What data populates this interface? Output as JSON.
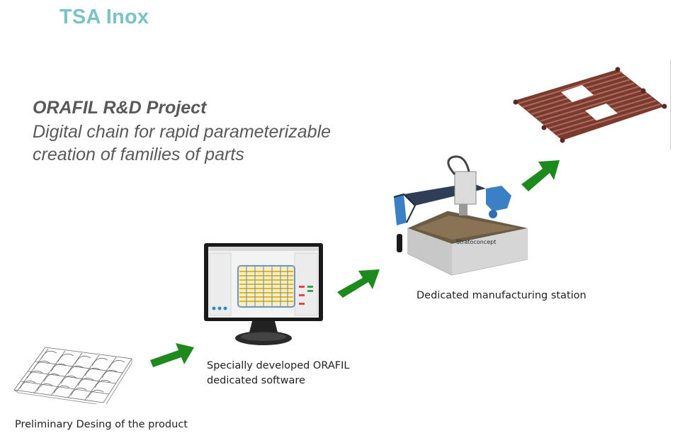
{
  "header": {
    "brand": "TSA Inox"
  },
  "project": {
    "title": "ORAFIL R&D Project",
    "description": "Digital chain for rapid parameterizable creation of families of parts"
  },
  "steps": [
    {
      "caption": "Preliminary Desing of the product"
    },
    {
      "caption": "Specially developed ORAFIL dedicated software"
    },
    {
      "caption": "Dedicated manufacturing station"
    }
  ],
  "machine": {
    "brand_label": "Stratoconcept"
  },
  "colors": {
    "brand": "#7cc3c5",
    "text": "#595959",
    "arrow": "#1e8a1e",
    "rack": "#8b4a3c",
    "machine_blue": "#3b7fc4"
  },
  "icons": [
    "wireframe-mesh-icon",
    "monitor-icon",
    "cnc-machine-icon",
    "rack-part-icon",
    "green-arrow-icon"
  ]
}
